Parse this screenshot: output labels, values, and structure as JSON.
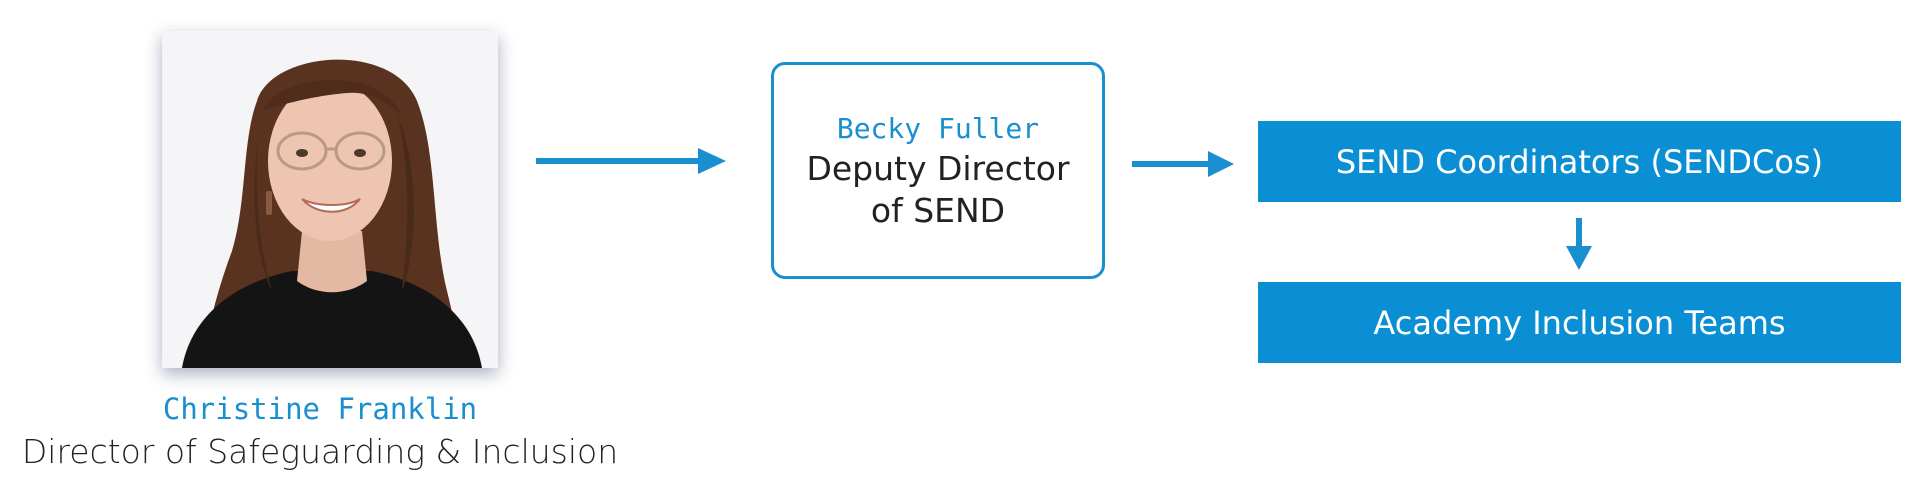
{
  "photo": {
    "subject": "portrait-photo"
  },
  "director": {
    "name": "Christine Franklin",
    "role": "Director of Safeguarding & Inclusion"
  },
  "deputy": {
    "name": "Becky Fuller",
    "role": "Deputy Director of SEND"
  },
  "teams": {
    "sendcos": "SEND Coordinators (SENDCos)",
    "inclusion": "Academy Inclusion Teams"
  },
  "colors": {
    "accent": "#1a8fd0",
    "box_fill": "#0a8fd4",
    "text": "#222222",
    "box_text": "#ffffff"
  }
}
